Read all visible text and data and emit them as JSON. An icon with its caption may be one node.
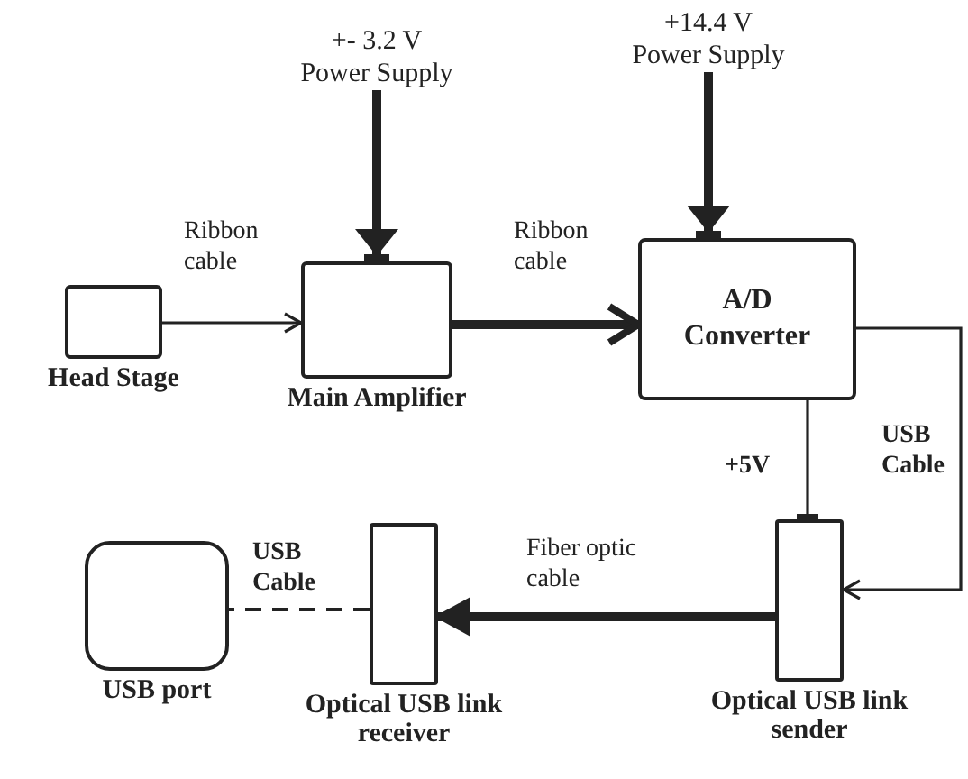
{
  "diagram": {
    "nodes": [
      {
        "text": [
          "+- 3.2 V Power Supply"
        ]
      },
      {
        "text": [
          "+14.4 V Power Supply"
        ]
      },
      {
        "text": [
          "Head Stage"
        ]
      },
      {
        "text": [
          "Main Amplifier"
        ]
      },
      {
        "text": [
          "A/D Converter"
        ]
      },
      {
        "text": [
          "USB port"
        ]
      },
      {
        "text": [
          "Optical USB link receiver"
        ]
      },
      {
        "text": [
          "Optical USB link sender"
        ]
      }
    ],
    "edges": [
      {
        "from": 0,
        "to": 3,
        "arrow": "to",
        "style": "thick"
      },
      {
        "from": 1,
        "to": 4,
        "arrow": "to",
        "style": "thick"
      },
      {
        "from": 2,
        "to": 3,
        "arrow": "to",
        "label": "Ribbon cable"
      },
      {
        "from": 3,
        "to": 4,
        "arrow": "to",
        "label": "Ribbon cable",
        "style": "thick"
      },
      {
        "from": 4,
        "to": 7,
        "arrow": "to",
        "label": "USB Cable"
      },
      {
        "from": 4,
        "to": 7,
        "arrow": "other",
        "label": "+5V"
      },
      {
        "from": 7,
        "to": 6,
        "arrow": "to",
        "label": "Fiber optic cable",
        "style": "thick"
      },
      {
        "from": 6,
        "to": 5,
        "arrow": "none",
        "label": "USB Cable",
        "style": "dashed"
      }
    ]
  }
}
